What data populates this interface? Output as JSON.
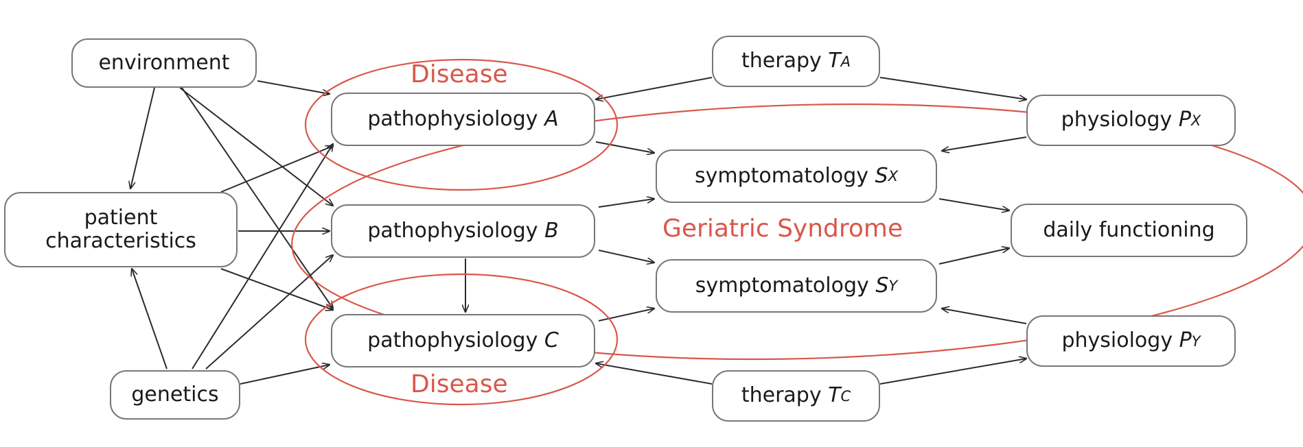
{
  "colors": {
    "box_border": "#777777",
    "arrow": "#2b2b2b",
    "region": "#d9574a",
    "text": "#1a1a1a"
  },
  "nodes": {
    "environment": "environment",
    "patient_line1": "patient",
    "patient_line2": "characteristics",
    "genetics": "genetics",
    "patho_a": {
      "text": "pathophysiology ",
      "var": "A"
    },
    "patho_b": {
      "text": "pathophysiology ",
      "var": "B"
    },
    "patho_c": {
      "text": "pathophysiology ",
      "var": "C"
    },
    "therapy_a": {
      "text": "therapy ",
      "var": "T",
      "sub": "A"
    },
    "therapy_c": {
      "text": "therapy ",
      "var": "T",
      "sub": "C"
    },
    "symp_x": {
      "text": "symptomatology ",
      "var": "S",
      "sub": "X"
    },
    "symp_y": {
      "text": "symptomatology ",
      "var": "S",
      "sub": "Y"
    },
    "phys_x": {
      "text": "physiology ",
      "var": "P",
      "sub": "X"
    },
    "phys_y": {
      "text": "physiology ",
      "var": "P",
      "sub": "Y"
    },
    "daily": "daily functioning"
  },
  "regions": {
    "disease_top": "Disease",
    "disease_bottom": "Disease",
    "geriatric": "Geriatric Syndrome"
  }
}
